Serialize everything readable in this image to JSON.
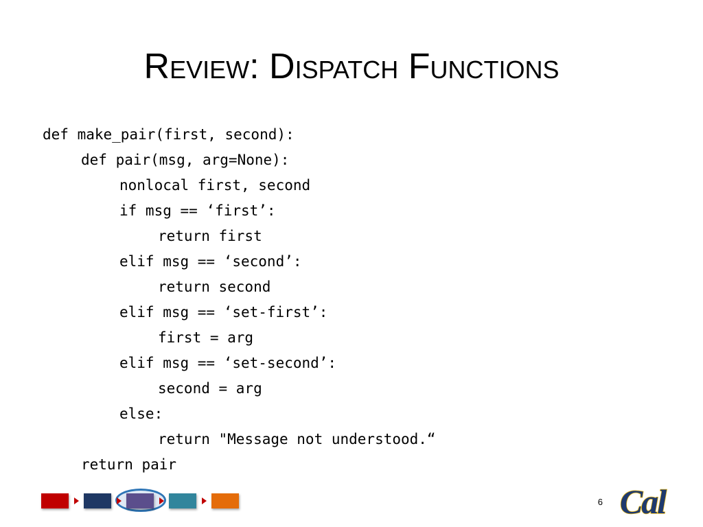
{
  "slide": {
    "title": "Review: Dispatch Functions",
    "page_number": "6",
    "logo_text": "Cal"
  },
  "code": {
    "lines": [
      {
        "text": "def make_pair(first, second):",
        "indent": 0
      },
      {
        "text": "def pair(msg, arg=None):",
        "indent": 1
      },
      {
        "text": "nonlocal first, second",
        "indent": 2
      },
      {
        "text": "if msg == ‘first’:",
        "indent": 2
      },
      {
        "text": "return first",
        "indent": 3
      },
      {
        "text": "elif msg == ‘second’:",
        "indent": 2
      },
      {
        "text": "return second",
        "indent": 3
      },
      {
        "text": "elif msg == ‘set-first’:",
        "indent": 2
      },
      {
        "text": "first = arg",
        "indent": 3
      },
      {
        "text": "elif msg == ‘set-second’:",
        "indent": 2
      },
      {
        "text": "second = arg",
        "indent": 3
      },
      {
        "text": "else:",
        "indent": 2
      },
      {
        "text": "return \"Message not understood.“",
        "indent": 3
      },
      {
        "text": "return pair",
        "indent": 1
      }
    ]
  },
  "navigation": {
    "current_index": 2,
    "boxes": [
      {
        "color": "#c00000"
      },
      {
        "color": "#1f3864"
      },
      {
        "color": "#5b4e8c"
      },
      {
        "color": "#31859c"
      },
      {
        "color": "#e46c0a"
      }
    ],
    "arrow_color": "#c00000",
    "highlight_color": "#2e75b6"
  },
  "colors": {
    "logo_fill": "#1f3a6e",
    "logo_outline": "#e8b40f"
  }
}
